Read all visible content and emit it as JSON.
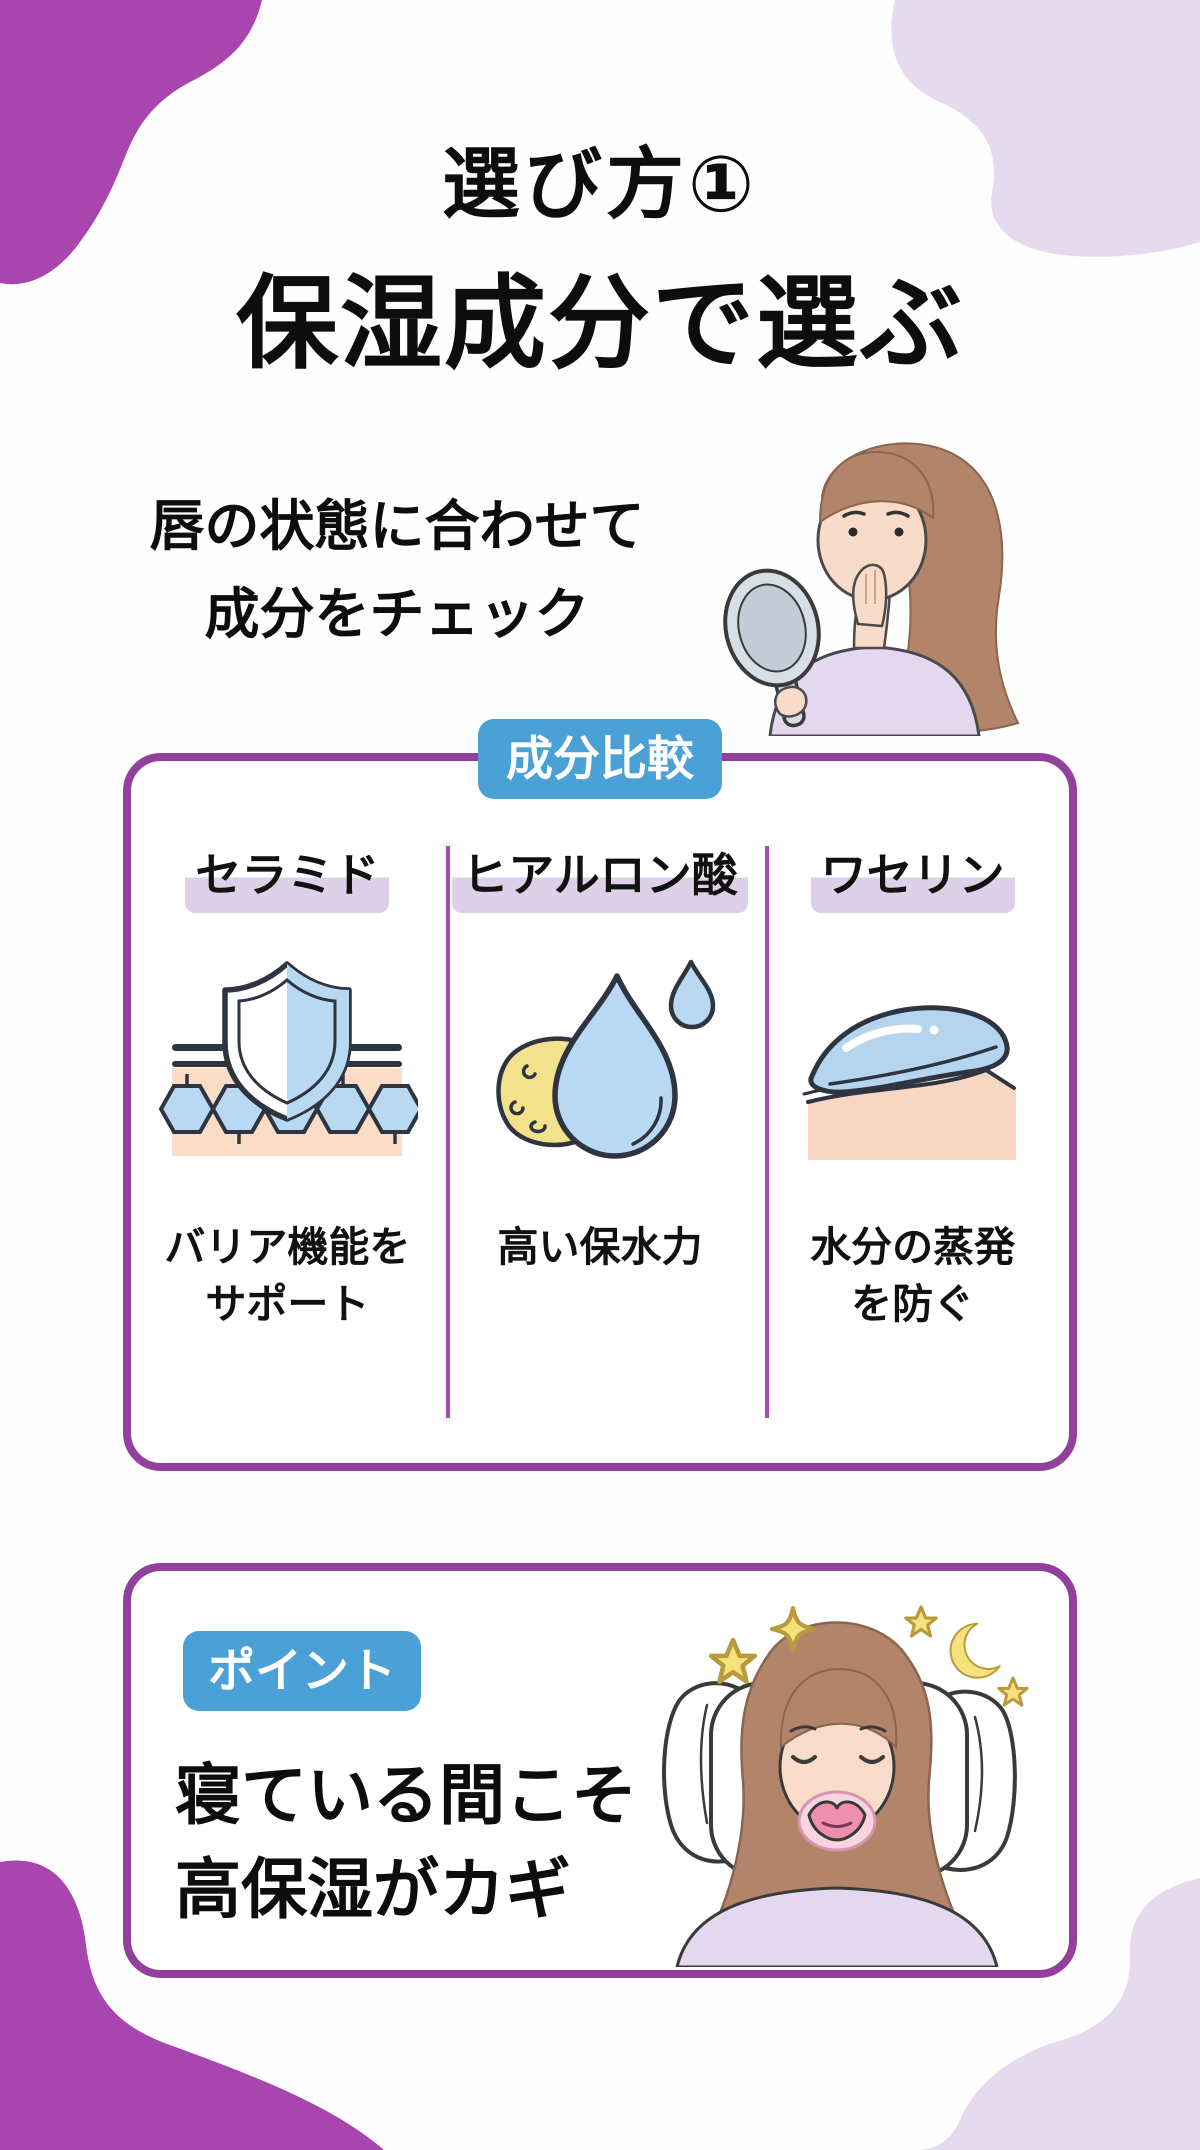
{
  "colors": {
    "background": "#fefefe",
    "blob_magenta": "#a845ae",
    "blob_lavender": "#e6dbee",
    "card_border_purple": "#93409c",
    "column_divider_purple": "#a050a8",
    "badge_blue": "#4ba1d6",
    "header_highlight_lavender": "#ddd1ea",
    "text_black": "#0d0d0d"
  },
  "header": {
    "title_line1": "選び方①",
    "title_line2": "保湿成分で選ぶ",
    "subtitle": "唇の状態に合わせて\n成分をチェック"
  },
  "comparison": {
    "badge": "成分比較",
    "columns": [
      {
        "name": "セラミド",
        "icon": "shield-skin-barrier-icon",
        "description": "バリア機能を\nサポート"
      },
      {
        "name": "ヒアルロン酸",
        "icon": "water-drop-sponge-icon",
        "description": "高い保水力"
      },
      {
        "name": "ワセリン",
        "icon": "gel-layer-on-skin-icon",
        "description": "水分の蒸発\nを防ぐ"
      }
    ]
  },
  "point": {
    "badge": "ポイント",
    "text": "寝ている間こそ\n高保湿がカギ"
  },
  "illustrations": {
    "top_right": "woman-checking-lips-with-hand-mirror",
    "bottom_right": "woman-sleeping-with-lip-mask-under-moon-and-stars"
  }
}
